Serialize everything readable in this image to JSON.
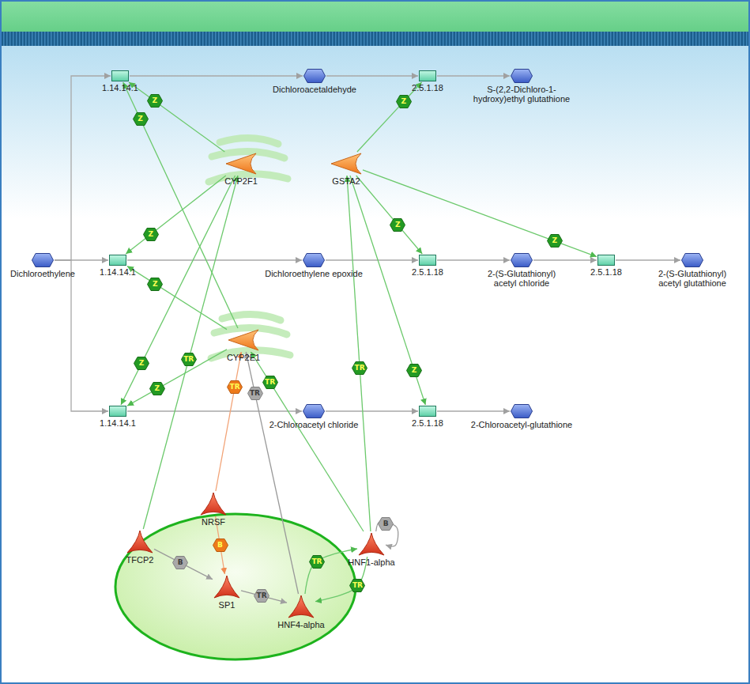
{
  "diagram": {
    "nodes": [
      {
        "text": [
          "1.14.14.1"
        ]
      },
      {
        "text": [
          "Dichloroacetaldehyde"
        ]
      },
      {
        "text": [
          "2.5.1.18"
        ]
      },
      {
        "text": [
          "S-(2,2-Dichloro-1-hydroxy)ethyl glutathione"
        ]
      },
      {
        "text": [
          "CYP2F1"
        ]
      },
      {
        "text": [
          "GSTA2"
        ]
      },
      {
        "text": [
          "Dichloroethylene"
        ]
      },
      {
        "text": [
          "1.14.14.1"
        ]
      },
      {
        "text": [
          "Dichloroethylene epoxide"
        ]
      },
      {
        "text": [
          "2.5.1.18"
        ]
      },
      {
        "text": [
          "2-(S-Glutathionyl) acetyl chloride"
        ]
      },
      {
        "text": [
          "2.5.1.18"
        ]
      },
      {
        "text": [
          "2-(S-Glutathionyl) acetyl glutathione"
        ]
      },
      {
        "text": [
          "CYP2E1"
        ]
      },
      {
        "text": [
          "1.14.14.1"
        ]
      },
      {
        "text": [
          "2-Chloroacetyl chloride"
        ]
      },
      {
        "text": [
          "2.5.1.18"
        ]
      },
      {
        "text": [
          "2-Chloroacetyl-glutathione"
        ]
      },
      {
        "text": [
          "NRSF"
        ]
      },
      {
        "text": [
          "TFCP2"
        ]
      },
      {
        "text": [
          "HNF1-alpha"
        ]
      },
      {
        "text": [
          "SP1"
        ]
      },
      {
        "text": [
          "HNF4-alpha"
        ]
      }
    ],
    "edges": [
      {
        "from": 6,
        "to": 0,
        "arrow": "to"
      },
      {
        "from": 6,
        "to": 7,
        "arrow": "to"
      },
      {
        "from": 6,
        "to": 14,
        "arrow": "to"
      },
      {
        "from": 0,
        "to": 1,
        "arrow": "to"
      },
      {
        "from": 1,
        "to": 2,
        "arrow": "to"
      },
      {
        "from": 2,
        "to": 3,
        "arrow": "to"
      },
      {
        "from": 7,
        "to": 8,
        "arrow": "to"
      },
      {
        "from": 8,
        "to": 9,
        "arrow": "to"
      },
      {
        "from": 9,
        "to": 10,
        "arrow": "to"
      },
      {
        "from": 10,
        "to": 11,
        "arrow": "to"
      },
      {
        "from": 11,
        "to": 12,
        "arrow": "to"
      },
      {
        "from": 14,
        "to": 15,
        "arrow": "to"
      },
      {
        "from": 15,
        "to": 16,
        "arrow": "to"
      },
      {
        "from": 16,
        "to": 17,
        "arrow": "to"
      },
      {
        "from": 4,
        "to": 0,
        "arrow": "to",
        "label": "Z"
      },
      {
        "from": 13,
        "to": 0,
        "arrow": "to",
        "label": "Z"
      },
      {
        "from": 4,
        "to": 7,
        "arrow": "to",
        "label": "Z"
      },
      {
        "from": 13,
        "to": 7,
        "arrow": "to",
        "label": "Z"
      },
      {
        "from": 4,
        "to": 14,
        "arrow": "to",
        "label": "Z"
      },
      {
        "from": 13,
        "to": 14,
        "arrow": "to",
        "label": "Z"
      },
      {
        "from": 5,
        "to": 2,
        "arrow": "to",
        "label": "Z"
      },
      {
        "from": 5,
        "to": 9,
        "arrow": "to",
        "label": "Z"
      },
      {
        "from": 5,
        "to": 11,
        "arrow": "to",
        "label": "Z"
      },
      {
        "from": 5,
        "to": 16,
        "arrow": "to",
        "label": "Z"
      },
      {
        "from": 19,
        "to": 4,
        "arrow": "to",
        "label": "TR"
      },
      {
        "from": 18,
        "to": 13,
        "arrow": "to",
        "label": "TR"
      },
      {
        "from": 22,
        "to": 13,
        "arrow": "to",
        "label": "TR"
      },
      {
        "from": 20,
        "to": 13,
        "arrow": "to",
        "label": "TR"
      },
      {
        "from": 20,
        "to": 5,
        "arrow": "to",
        "label": "TR"
      },
      {
        "from": 19,
        "to": 21,
        "arrow": "to",
        "label": "B"
      },
      {
        "from": 18,
        "to": 21,
        "arrow": "to",
        "label": "B"
      },
      {
        "from": 21,
        "to": 22,
        "arrow": "to",
        "label": "TR"
      },
      {
        "from": 22,
        "to": 20,
        "arrow": "to",
        "label": "TR"
      },
      {
        "from": 20,
        "to": 22,
        "arrow": "to",
        "label": "TR"
      },
      {
        "from": 20,
        "to": 20,
        "arrow": "to",
        "label": "B"
      }
    ]
  }
}
